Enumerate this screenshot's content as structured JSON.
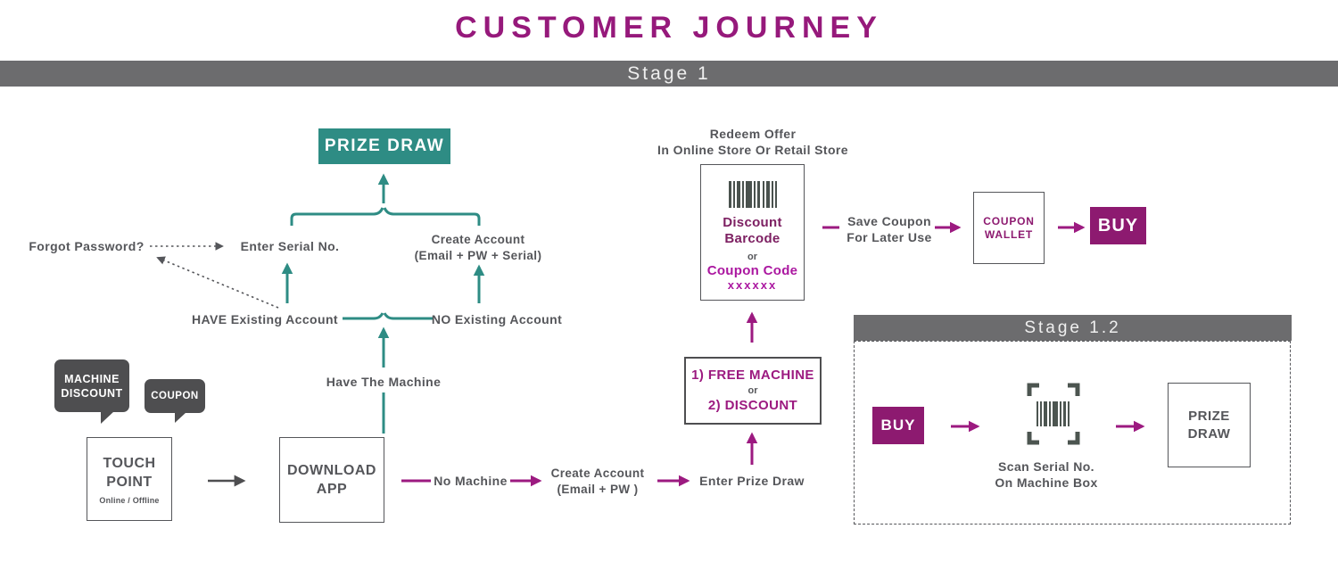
{
  "title": "CUSTOMER JOURNEY",
  "stages": {
    "stage1": "Stage 1",
    "stage12": "Stage 1.2"
  },
  "colors": {
    "teal": "#2e8c84",
    "magenta_arrow": "#9c1a80",
    "magenta_fill": "#8d1a70",
    "magenta_bright": "#ab17a0",
    "plum": "#7d2062",
    "gray_text": "#55565a",
    "gray_bar": "#6c6c6e",
    "bubble_gray": "#4e4e50"
  },
  "account_flow": {
    "prize_draw": "PRIZE DRAW",
    "enter_serial": "Enter Serial No.",
    "create_account_serial": [
      "Create Account",
      "(Email + PW + Serial)"
    ],
    "forgot_password": "Forgot Password?",
    "have_account": "HAVE Existing Account",
    "no_account": "NO Existing Account",
    "have_machine": "Have The Machine"
  },
  "entry_flow": {
    "bubble_machine_discount": [
      "MACHINE",
      "DISCOUNT"
    ],
    "bubble_coupon": "COUPON",
    "touch_point": [
      "TOUCH",
      "POINT"
    ],
    "touch_point_sub": "Online / Offline",
    "download_app": [
      "DOWNLOAD",
      "APP"
    ],
    "no_machine": "No Machine",
    "create_account": [
      "Create Account",
      "(Email + PW )"
    ],
    "enter_prize_draw": "Enter Prize Draw"
  },
  "offer_flow": {
    "redeem": [
      "Redeem Offer",
      "In Online Store Or Retail Store"
    ],
    "coupon_box": {
      "title": [
        "Discount",
        "Barcode"
      ],
      "or": "or",
      "code_label": "Coupon Code",
      "code_value": "xxxxxx"
    },
    "offer_box": {
      "option1": "1) FREE MACHINE",
      "or": "or",
      "option2": "2) DISCOUNT"
    },
    "save_coupon": [
      "Save Coupon",
      "For Later Use"
    ],
    "coupon_wallet": [
      "COUPON",
      "WALLET"
    ],
    "buy": "BUY"
  },
  "stage12_flow": {
    "buy": "BUY",
    "scan_caption": [
      "Scan Serial No.",
      "On Machine Box"
    ],
    "prize_draw": [
      "PRIZE",
      "DRAW"
    ]
  }
}
